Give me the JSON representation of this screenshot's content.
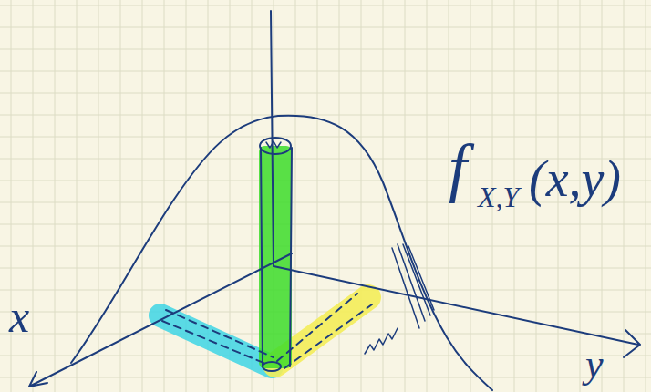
{
  "diagram": {
    "labels": [
      "f",
      "X,Y",
      "(x,y)",
      "x",
      "y"
    ]
  }
}
